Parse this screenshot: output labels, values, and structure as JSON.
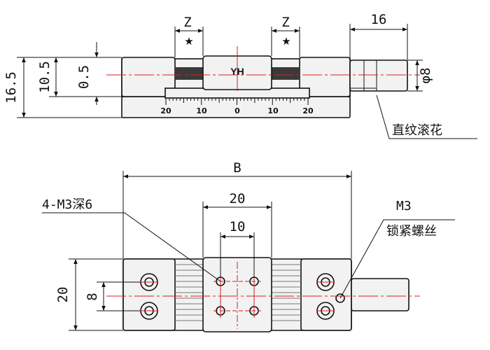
{
  "top_view": {
    "dim_z_left": "Z",
    "dim_z_right": "Z",
    "star_left": "★",
    "star_right": "★",
    "dim_16": "16",
    "dim_16_5": "16.5",
    "dim_10_5": "10.5",
    "dim_0_5": "0.5",
    "dim_phi8": "φ8",
    "logo": "YH",
    "scale_labels": [
      "20",
      "10",
      "0",
      "10",
      "20"
    ],
    "knurl_note": "直纹滚花"
  },
  "bottom_view": {
    "dim_b": "B",
    "dim_20_h": "20",
    "dim_10_h": "10",
    "dim_20_v": "20",
    "dim_8_v": "8",
    "holes_note": "4-M3深6",
    "screw_note_1": "M3",
    "screw_note_2": "锁紧螺丝"
  },
  "colors": {
    "outline": "#111111",
    "centerline": "#d62020",
    "fill": "#f2f2f2"
  }
}
